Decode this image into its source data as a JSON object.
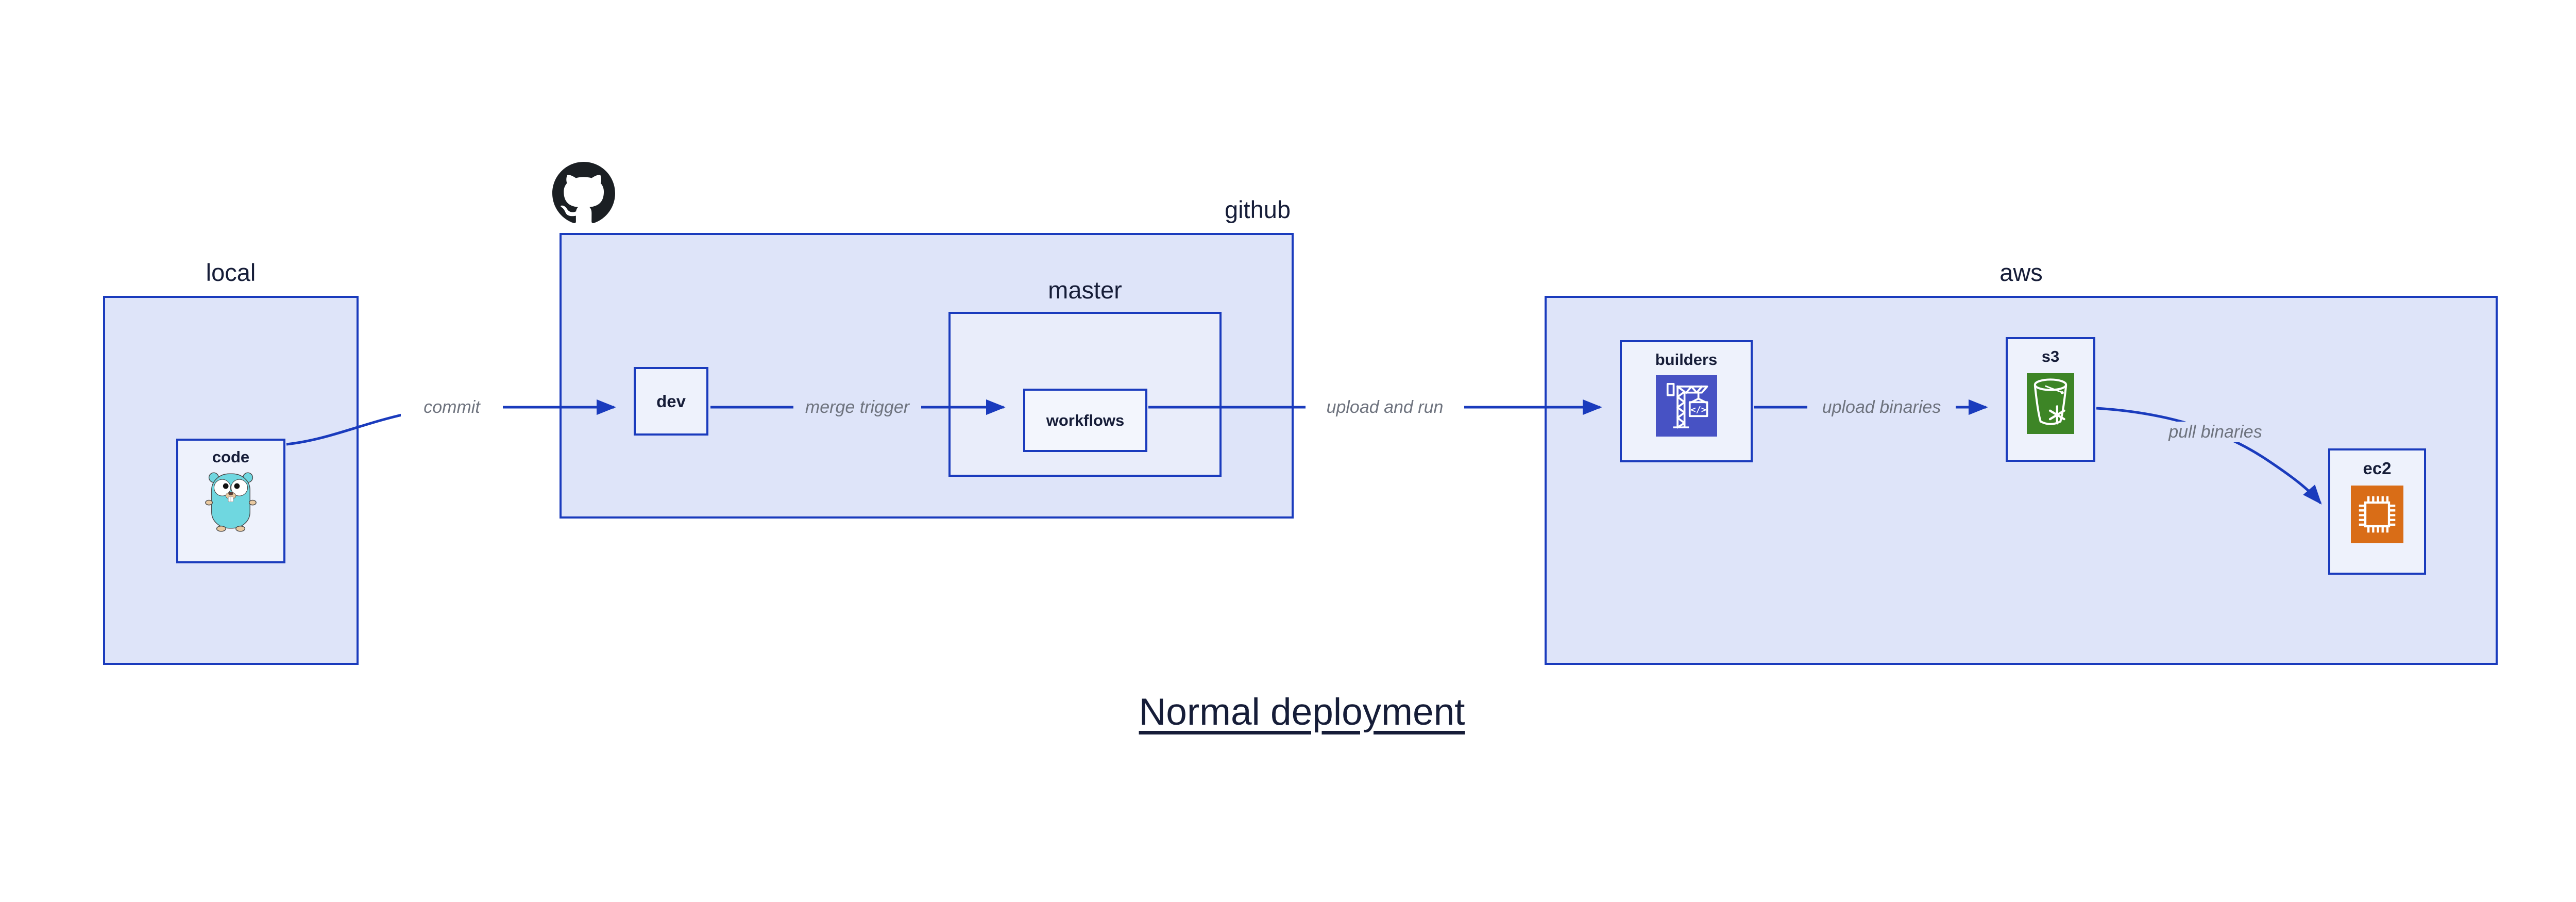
{
  "title": "Normal deployment",
  "containers": {
    "local": {
      "label": "local"
    },
    "github": {
      "label": "github"
    },
    "master": {
      "label": "master"
    },
    "aws": {
      "label": "aws"
    }
  },
  "nodes": {
    "code": {
      "label": "code",
      "icon": "go-gopher-icon"
    },
    "dev": {
      "label": "dev"
    },
    "workflows": {
      "label": "workflows"
    },
    "builders": {
      "label": "builders",
      "icon": "codebuild-crane-icon"
    },
    "s3": {
      "label": "s3",
      "icon": "s3-glacier-bucket-icon"
    },
    "ec2": {
      "label": "ec2",
      "icon": "ec2-chip-icon"
    }
  },
  "edges": [
    {
      "label": "commit",
      "from": "code",
      "to": "dev"
    },
    {
      "label": "merge trigger",
      "from": "dev",
      "to": "workflows"
    },
    {
      "label": "upload and run",
      "from": "workflows",
      "to": "builders"
    },
    {
      "label": "upload binaries",
      "from": "builders",
      "to": "s3"
    },
    {
      "label": "pull binaries",
      "from": "s3",
      "to": "ec2"
    }
  ],
  "icons": {
    "codebuild_code_glyph": "</>",
    "github_logo": "github-octocat-mark"
  },
  "colors": {
    "border_and_arrows_blue": "#1a3bbd",
    "text_navy": "#161d38",
    "edge_label_gray": "#6e737e",
    "container_fill": "#dee4f9",
    "leaf_fill": "#eef2fc",
    "codebuild_indigo": "#4752c4",
    "s3_green": "#3d8526",
    "ec2_orange": "#d96d17",
    "github_black": "#1b1f23",
    "gopher_teal": "#6fd7e0"
  }
}
